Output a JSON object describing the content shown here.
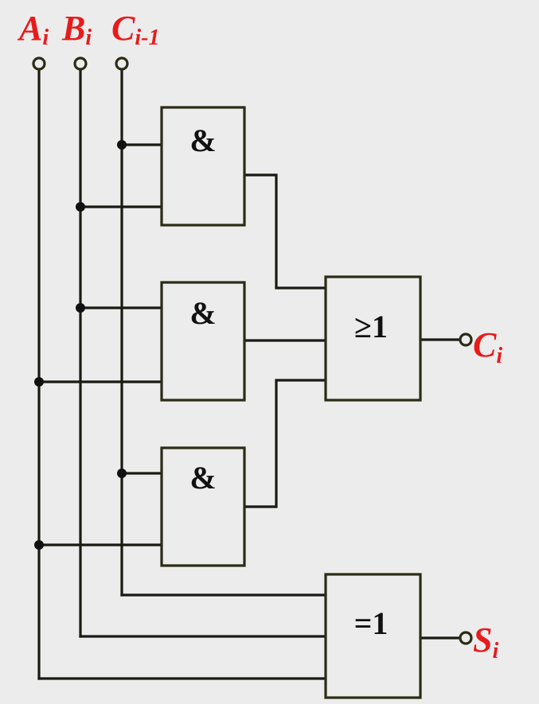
{
  "inputs": {
    "a": {
      "main": "A",
      "sub": "i"
    },
    "b": {
      "main": "B",
      "sub": "i"
    },
    "c": {
      "main": "C",
      "sub": "i-1"
    }
  },
  "outputs": {
    "carry": {
      "main": "C",
      "sub": "i"
    },
    "sum": {
      "main": "S",
      "sub": "i"
    }
  },
  "gates": {
    "and1": "&",
    "and2": "&",
    "and3": "&",
    "or": "≥1",
    "xor": "=1"
  },
  "colors": {
    "signal_label": "#e81b1b",
    "wire": "#1a1a14",
    "background": "#ececec"
  }
}
